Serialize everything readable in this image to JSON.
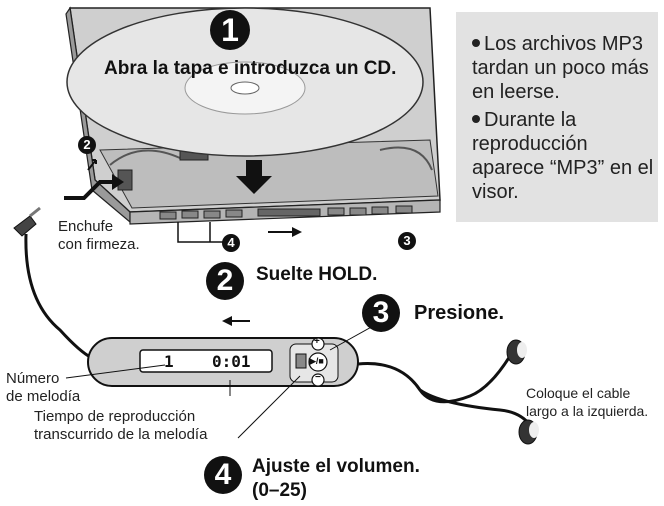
{
  "steps": {
    "step1": {
      "number": "1",
      "instruction": "Abra la tapa e introduzca un CD."
    },
    "step2": {
      "number": "2",
      "instruction": "Suelte HOLD."
    },
    "step3": {
      "number": "3",
      "instruction": "Presione."
    },
    "step4": {
      "number": "4",
      "instruction": "Ajuste el volumen.",
      "range": "(0–25)"
    }
  },
  "callouts": {
    "plug_firmly": "Enchufe\ncon firmeza.",
    "track_number": "Número\nde melodía",
    "elapsed_time": "Tiempo de reproducción\ntranscurrido de la melodía",
    "cable_left": "Coloque el cable\nlargo a la izquierda."
  },
  "remote_display": {
    "track": "1",
    "time": "0:01"
  },
  "remote_buttons": {
    "plus": "+",
    "play_stop": "▶/■",
    "minus": "−"
  },
  "mini_badges": {
    "a": "2",
    "b": "4",
    "c": "3"
  },
  "note": {
    "items": [
      "Los archivos MP3 tardan un poco más en leerse.",
      "Durante la reproducción aparece “MP3” en el visor."
    ]
  }
}
